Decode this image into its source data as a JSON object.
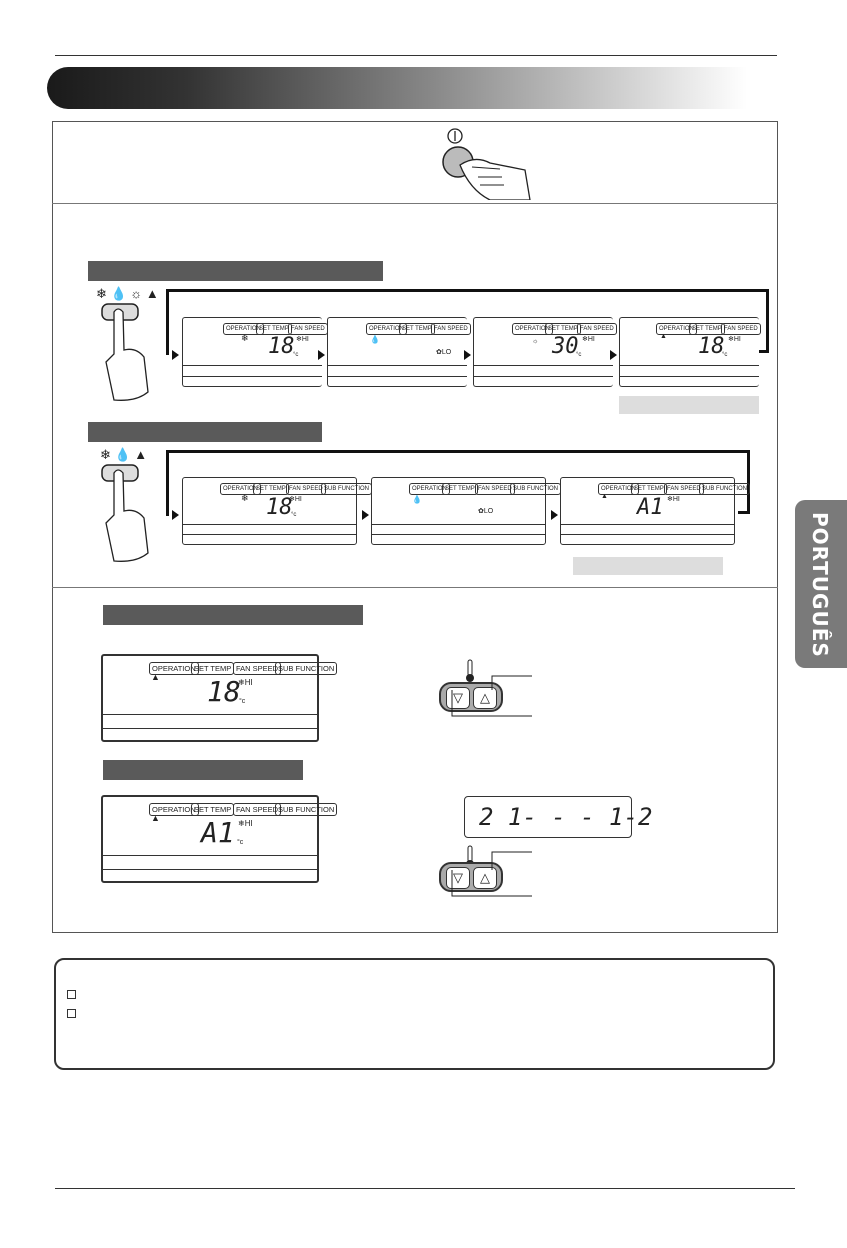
{
  "side_tab": {
    "label": "PORTUGUÊS"
  },
  "lcd_tags": {
    "operation": "OPERATION",
    "set_temp": "SET TEMP",
    "fan_speed": "FAN SPEED",
    "sub_function": "SUB FUNCTION"
  },
  "row1": [
    {
      "mode": "❄",
      "temp": "18",
      "unit": "°c",
      "fan": "❄HI"
    },
    {
      "mode": "💧",
      "temp": "",
      "unit": "",
      "fan": "✿LO"
    },
    {
      "mode": "☼",
      "temp": "30",
      "unit": "°c",
      "fan": "❄HI"
    },
    {
      "mode": "▲",
      "temp": "18",
      "unit": "°c",
      "fan": "❄HI"
    }
  ],
  "row2": [
    {
      "mode": "❄",
      "temp": "18",
      "unit": "°c",
      "fan": "❄HI"
    },
    {
      "mode": "💧",
      "temp": "",
      "unit": "",
      "fan": "✿LO"
    },
    {
      "mode": "▲",
      "temp": "A1",
      "unit": "",
      "fan": "❄HI"
    }
  ],
  "lcd_large_1": {
    "mode": "▲",
    "temp": "18",
    "unit": "°c",
    "fan": "❄HI"
  },
  "lcd_large_2": {
    "mode": "▲",
    "temp": "A1",
    "unit": "°c",
    "fan": "❄HI"
  },
  "mode_button_icons": "❄ 💧 ☼ ▲",
  "code_display": "2 1- - - 1-2",
  "temp_buttons": {
    "down": "▽",
    "up": "△"
  }
}
